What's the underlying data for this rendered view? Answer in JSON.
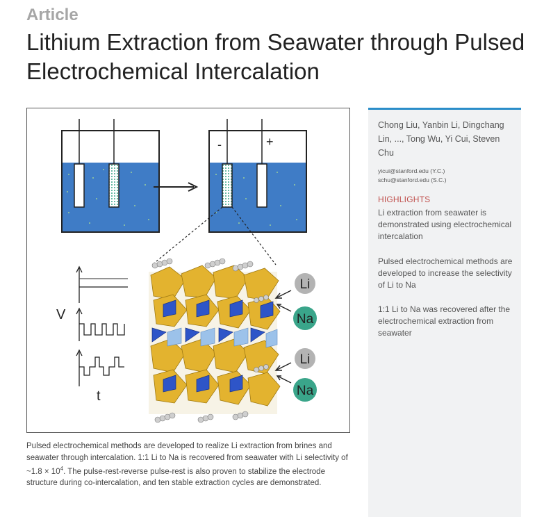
{
  "header": {
    "label": "Article",
    "title": "Lithium Extraction from Seawater through Pulsed Electrochemical Intercalation"
  },
  "figure": {
    "minus_sign": "-",
    "plus_sign": "+",
    "v_label": "V",
    "t_label": "t",
    "li_label": "Li",
    "na_label": "Na",
    "colors": {
      "water": "#3f7cc6",
      "li_ion": "#b3b3b3",
      "na_ion": "#3aa58a",
      "octahedra": "#e3b32f",
      "tetrahedra": "#2e55c8"
    }
  },
  "sidebar": {
    "authors": "Chong Liu, Yanbin Li, Dingchang Lin, ..., Tong Wu, Yi Cui, Steven Chu",
    "email_1": "yicui@stanford.edu (Y.C.)",
    "email_2": "schu@stanford.edu (S.C.)",
    "highlights_label": "HIGHLIGHTS",
    "highlights": [
      "Li extraction from seawater is demonstrated using electrochemical intercalation",
      "Pulsed electrochemical methods are developed to increase the selectivity of Li to Na",
      "1:1 Li to Na was recovered after the electrochemical extraction from seawater"
    ]
  },
  "summary": {
    "text_1": "Pulsed electrochemical methods are developed to realize Li extraction from brines and seawater through intercalation. 1:1 Li to Na is recovered from seawater with Li selectivity of ~1.8 × 10",
    "exponent": "4",
    "text_2": ". The pulse-rest-reverse pulse-rest is also proven to stabilize the electrode structure during co-intercalation, and ten stable extraction cycles are demonstrated."
  }
}
